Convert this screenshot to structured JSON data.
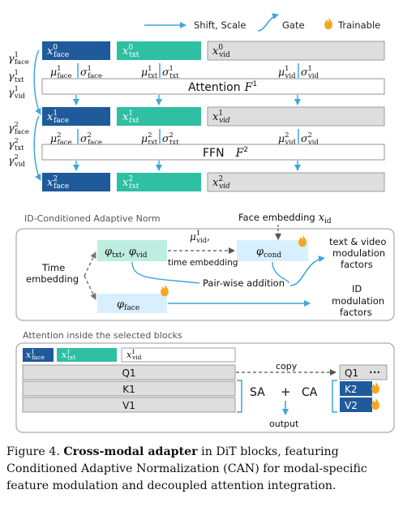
{
  "legend": {
    "shift_scale": "Shift, Scale",
    "gate": "Gate",
    "trainable": "Trainable"
  },
  "tokens": {
    "x_face_0": "x",
    "x_face_0_sup": "0",
    "x_face_0_sub": "face",
    "x_txt_0": "x",
    "x_txt_0_sup": "0",
    "x_txt_0_sub": "txt",
    "x_vid_0": "x",
    "x_vid_0_sup": "0",
    "x_vid_0_sub": "vid",
    "x_face_1_sup": "1",
    "x_txt_1_sup": "1",
    "x_vid_1_sup": "1",
    "x_face_2_sup": "2",
    "x_txt_2_sup": "2",
    "x_vid_2_sup": "2",
    "sub_face": "face",
    "sub_txt": "txt",
    "sub_vid": "vid"
  },
  "mod_params": {
    "mu": "μ",
    "sigma": "σ",
    "gamma": "γ"
  },
  "blocks": {
    "attention": "Attention",
    "attention_fn": "F",
    "attention_fn_sup": "1",
    "ffn": "FFN",
    "ffn_fn": "F",
    "ffn_fn_sup": "2"
  },
  "can": {
    "title": "ID-Conditioned Adaptive Norm",
    "face_embedding": "Face embedding",
    "x_id": "x",
    "x_id_sub": "id",
    "phi": "φ",
    "phi_txt_vid_a": "txt",
    "phi_txt_vid_b": "vid",
    "phi_cond": "cond",
    "phi_face": "face",
    "mu_vid_label": "μ",
    "mu_vid_sup": "1",
    "mu_vid_sub": "vid",
    "time_embedding_inline": "time embedding",
    "time_embedding_left_1": "Time",
    "time_embedding_left_2": "embedding",
    "pairwise": "Pair-wise addition",
    "tv_factors_1": "text & video",
    "tv_factors_2": "modulation",
    "tv_factors_3": "factors",
    "id_factors_1": "ID",
    "id_factors_2": "modulation",
    "id_factors_3": "factors"
  },
  "attn": {
    "title": "Attention inside the selected blocks",
    "q1": "Q1",
    "k1": "K1",
    "v1": "V1",
    "copy": "copy",
    "sa": "SA",
    "plus": "+",
    "ca": "CA",
    "q1_right": "Q1",
    "ellipsis": "•••",
    "k2": "K2",
    "v2": "V2",
    "output": "output"
  },
  "caption": {
    "fig": "Figure 4.",
    "bold": "Cross-modal adapter",
    "rest": " in DiT blocks, featuring Conditioned Adaptive Normalization (CAN) for modal-specific feature modulation and decoupled attention integration."
  },
  "colors": {
    "face_blue": "#1f5a9b",
    "txt_teal": "#2fbfa3",
    "vid_gray": "#dedede",
    "arrow_blue": "#3ea6dc",
    "phi_teal_bg": "#bdeee0",
    "phi_blue_bg": "#d8efff",
    "flame": "#f4a623"
  }
}
